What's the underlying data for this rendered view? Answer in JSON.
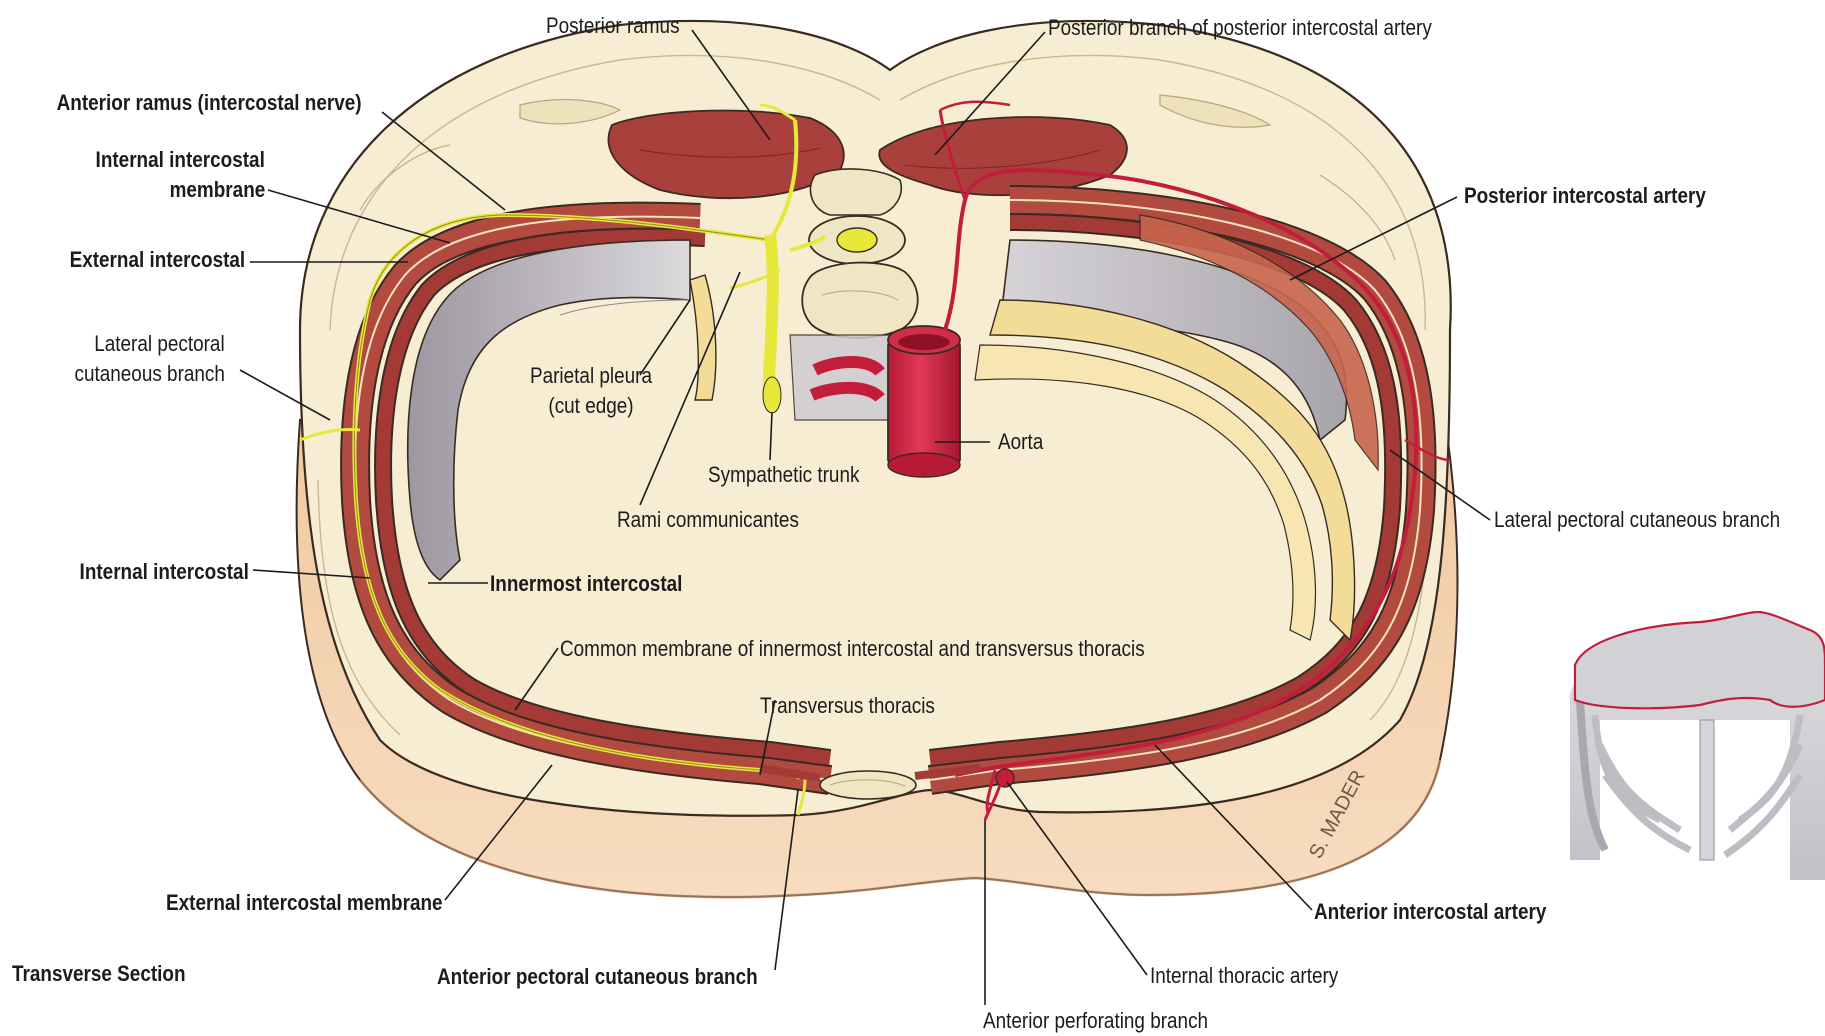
{
  "figure": {
    "caption": "Transverse Section",
    "signature": "S. MADER",
    "colors": {
      "skin": "#f2cfa9",
      "skin_dark": "#e3b084",
      "fat": "#f5ecd2",
      "muscle": "#a9403c",
      "muscle_light": "#c9654e",
      "membrane": "#b04038",
      "nerve": "#e8e83a",
      "artery": "#c21e3c",
      "bone": "#efe6c4",
      "rib": "#f2dc98",
      "pleura": "#b7b3b9",
      "outline": "#3a2a22"
    }
  },
  "labels": {
    "posterior_ramus": "Posterior ramus",
    "posterior_branch_artery": "Posterior branch of posterior intercostal artery",
    "anterior_ramus": "Anterior ramus (intercostal nerve)",
    "internal_intercostal_membrane": [
      "Internal intercostal",
      "membrane"
    ],
    "external_intercostal": "External intercostal",
    "lateral_pectoral_left": [
      "Lateral pectoral",
      "cutaneous branch"
    ],
    "parietal_pleura": [
      "Parietal pleura",
      "(cut edge)"
    ],
    "aorta": "Aorta",
    "sympathetic_trunk": "Sympathetic trunk",
    "rami_communicantes": "Rami communicantes",
    "posterior_intercostal_artery": "Posterior intercostal artery",
    "lateral_pectoral_right": "Lateral pectoral cutaneous branch",
    "internal_intercostal": "Internal intercostal",
    "innermost_intercostal": "Innermost intercostal",
    "common_membrane": "Common membrane of innermost intercostal and transversus thoracis",
    "transversus_thoracis": "Transversus thoracis",
    "external_intercostal_membrane": "External intercostal membrane",
    "anterior_pectoral_cutaneous": "Anterior pectoral cutaneous branch",
    "anterior_intercostal_artery": "Anterior intercostal artery",
    "internal_thoracic_artery": "Internal thoracic artery",
    "anterior_perforating_branch": "Anterior perforating branch"
  }
}
